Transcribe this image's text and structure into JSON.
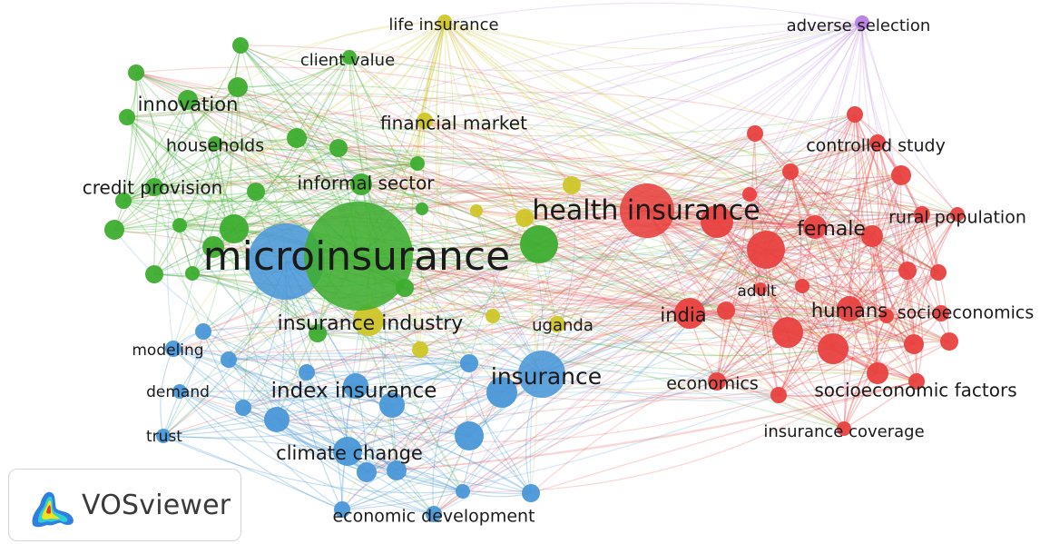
{
  "brand": {
    "name": "VOSviewer"
  },
  "clusters": {
    "red": "#e8413f",
    "green": "#3dad2f",
    "blue": "#4a97d8",
    "yellow": "#cfc628",
    "purple": "#b77fe0"
  },
  "terms": [
    {
      "id": "microinsurance",
      "label": "microinsurance",
      "cluster": "green"
    },
    {
      "id": "health_insurance",
      "label": "health insurance",
      "cluster": "red"
    },
    {
      "id": "insurance",
      "label": "insurance",
      "cluster": "blue"
    },
    {
      "id": "insurance_industry",
      "label": "insurance industry",
      "cluster": "yellow"
    },
    {
      "id": "index_insurance",
      "label": "index insurance",
      "cluster": "blue"
    },
    {
      "id": "informal_sector",
      "label": "informal sector",
      "cluster": "green"
    },
    {
      "id": "financial_market",
      "label": "financial market",
      "cluster": "yellow"
    },
    {
      "id": "innovation",
      "label": "innovation",
      "cluster": "green"
    },
    {
      "id": "credit_provision",
      "label": "credit provision",
      "cluster": "green"
    },
    {
      "id": "households",
      "label": "households",
      "cluster": "green"
    },
    {
      "id": "client_value",
      "label": "client value",
      "cluster": "green"
    },
    {
      "id": "life_insurance",
      "label": "life insurance",
      "cluster": "yellow"
    },
    {
      "id": "adverse_selection",
      "label": "adverse selection",
      "cluster": "purple"
    },
    {
      "id": "controlled_study",
      "label": "controlled study",
      "cluster": "red"
    },
    {
      "id": "rural_population",
      "label": "rural population",
      "cluster": "red"
    },
    {
      "id": "female",
      "label": "female",
      "cluster": "red"
    },
    {
      "id": "adult",
      "label": "adult",
      "cluster": "red"
    },
    {
      "id": "india",
      "label": "india",
      "cluster": "red"
    },
    {
      "id": "humans",
      "label": "humans",
      "cluster": "red"
    },
    {
      "id": "socioeconomics",
      "label": "socioeconomics",
      "cluster": "red"
    },
    {
      "id": "economics",
      "label": "economics",
      "cluster": "red"
    },
    {
      "id": "socioeconomic_factors",
      "label": "socioeconomic factors",
      "cluster": "red"
    },
    {
      "id": "insurance_coverage",
      "label": "insurance coverage",
      "cluster": "red"
    },
    {
      "id": "uganda",
      "label": "uganda",
      "cluster": "yellow"
    },
    {
      "id": "modeling",
      "label": "modeling",
      "cluster": "blue"
    },
    {
      "id": "demand",
      "label": "demand",
      "cluster": "blue"
    },
    {
      "id": "trust",
      "label": "trust",
      "cluster": "blue"
    },
    {
      "id": "climate_change",
      "label": "climate change",
      "cluster": "blue"
    },
    {
      "id": "economic_development",
      "label": "economic development",
      "cluster": "blue"
    }
  ]
}
